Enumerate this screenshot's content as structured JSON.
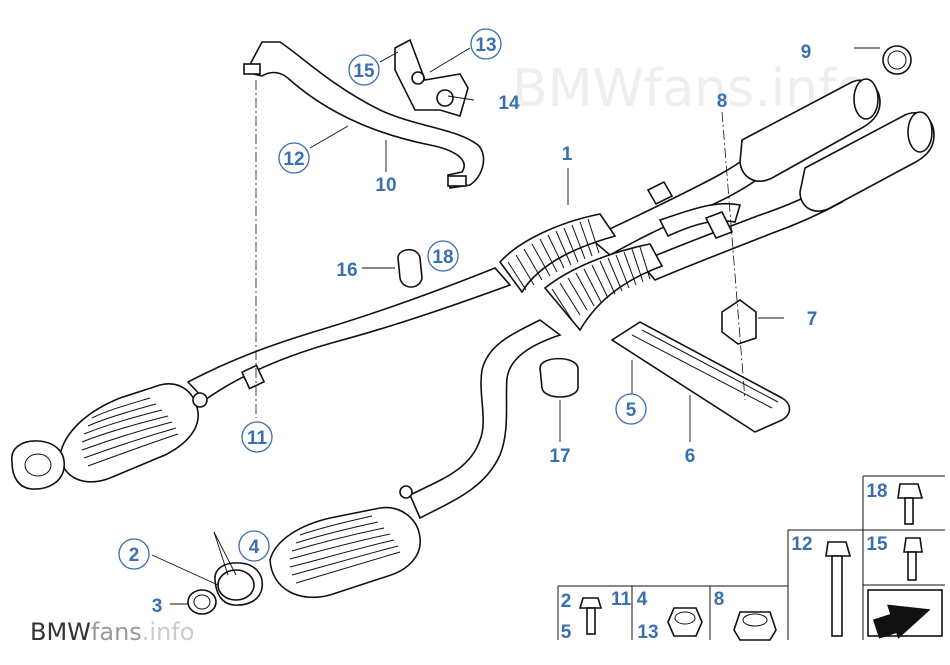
{
  "watermark_top": "BMWfans.info",
  "watermark_bottom": {
    "bmw": "BMW",
    "fans": "fans",
    "info": ".info"
  },
  "callouts": {
    "p1": "1",
    "p2": "2",
    "p3": "3",
    "p4": "4",
    "p5": "5",
    "p6": "6",
    "p7": "7",
    "p8": "8",
    "p9": "9",
    "p10": "10",
    "p11": "11",
    "p12": "12",
    "p13": "13",
    "p14": "14",
    "p15": "15",
    "p16": "16",
    "p17": "17",
    "p18": "18"
  },
  "hardware_table": {
    "cell_a_top": "2",
    "cell_a_mid": "11",
    "cell_a_bottom": "5",
    "cell_b_top": "4",
    "cell_b_bottom": "13",
    "cell_c_top": "8",
    "cell_d_top": "12",
    "cell_e_top": "18",
    "cell_f_top": "15"
  },
  "colors": {
    "callout": "#3a6fb0",
    "line": "#111111",
    "watermark": "#eeeeee"
  }
}
